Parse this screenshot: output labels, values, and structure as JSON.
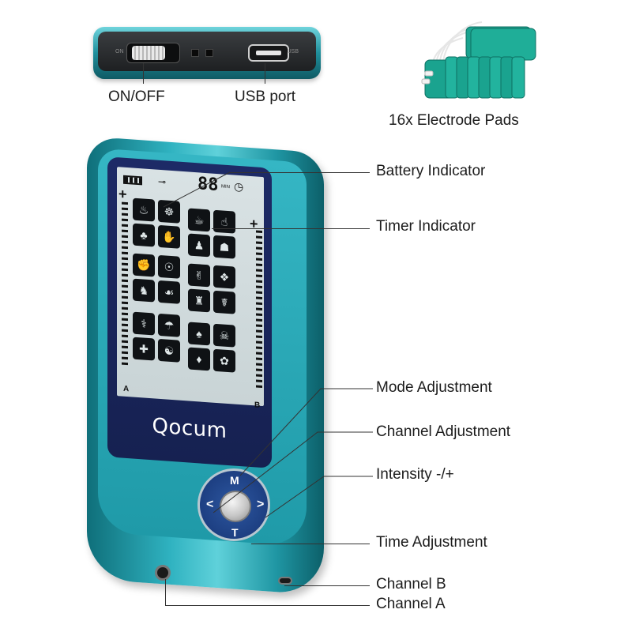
{
  "labels": {
    "on_off": "ON/OFF",
    "usb_port": "USB port",
    "electrode_pads": "16x Electrode Pads",
    "battery_indicator": "Battery Indicator",
    "timer_indicator": "Timer Indicator",
    "mode_adjustment": "Mode Adjustment",
    "channel_adjustment": "Channel Adjustment",
    "intensity": "Intensity -/+",
    "time_adjustment": "Time Adjustment",
    "channel_b": "Channel B",
    "channel_a": "Channel A"
  },
  "top_device": {
    "on_text": "ON",
    "usb_text": "USB"
  },
  "device": {
    "brand": "Qocum",
    "lcd": {
      "timer_digits": "88",
      "timer_unit": "MIN",
      "channel_a": "A",
      "channel_b": "B",
      "plus": "+"
    },
    "keys": {
      "mode": "M",
      "time": "T",
      "left": "<",
      "right": ">"
    }
  },
  "colors": {
    "device_teal": "#2fb2c0",
    "screen_navy": "#1d2a66",
    "lcd_background": "#d9e2e4",
    "ring_blue": "#1d3f82",
    "pad_green": "#1aa38f"
  },
  "icons": {
    "battery": "battery-icon",
    "key": "key-icon",
    "clock": "clock-icon"
  }
}
